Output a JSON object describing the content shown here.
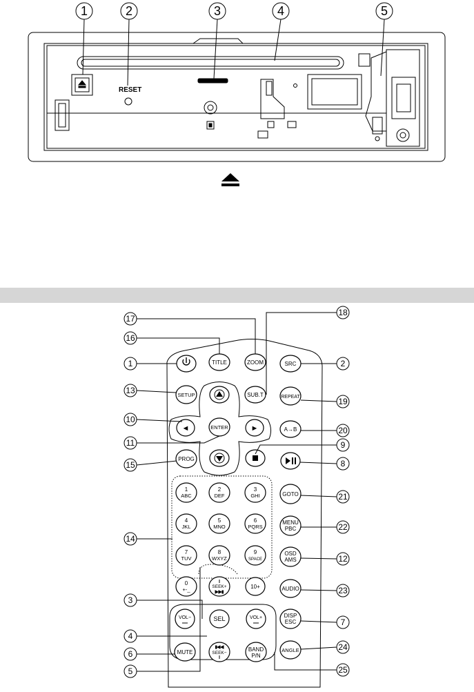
{
  "front_panel": {
    "callouts": [
      "1",
      "2",
      "3",
      "4",
      "5"
    ],
    "reset_label": "RESET",
    "eject_symbol": "⏏"
  },
  "remote": {
    "callouts_left": [
      "17",
      "16",
      "1",
      "13",
      "10",
      "11",
      "15",
      "14",
      "3",
      "4",
      "6",
      "5"
    ],
    "callouts_right": [
      "18",
      "2",
      "19",
      "20",
      "9",
      "8",
      "21",
      "22",
      "12",
      "23",
      "7",
      "24",
      "25"
    ],
    "buttons": {
      "title": "TITLE",
      "zoom": "ZOOM",
      "src": "SRC",
      "setup": "SETUP",
      "subt": "SUB.T",
      "repeat": "REPEAT",
      "enter": "ENTER",
      "ab": "A→B",
      "prog": "PROG",
      "goto": "GOTO",
      "audio": "AUDIO",
      "sel": "SEL",
      "mute": "MUTE",
      "angle": "ANGLE",
      "ten_plus": "10+",
      "menu_1": "MENU",
      "menu_2": "PBC",
      "osd_1": "OSD",
      "osd_2": "AMS",
      "disp_1": "DISP",
      "disp_2": "ESC",
      "band_1": "BAND",
      "band_2": "P/N",
      "vol_minus": "VOL−",
      "vol_plus": "VOL+",
      "seek_up": "SEEK+",
      "seek_down": "SEEK−",
      "arrow_left": "◄",
      "arrow_right": "►"
    },
    "keypad": [
      {
        "digit": "1",
        "letters": "ABC"
      },
      {
        "digit": "2",
        "letters": "DEF"
      },
      {
        "digit": "3",
        "letters": "GHI"
      },
      {
        "digit": "4",
        "letters": "JKL"
      },
      {
        "digit": "5",
        "letters": "MNO"
      },
      {
        "digit": "6",
        "letters": "PQRS"
      },
      {
        "digit": "7",
        "letters": "TUV"
      },
      {
        "digit": "8",
        "letters": "WXYZ"
      },
      {
        "digit": "9",
        "letters": "SPACE"
      },
      {
        "digit": "0",
        "letters": "+-_"
      }
    ]
  }
}
